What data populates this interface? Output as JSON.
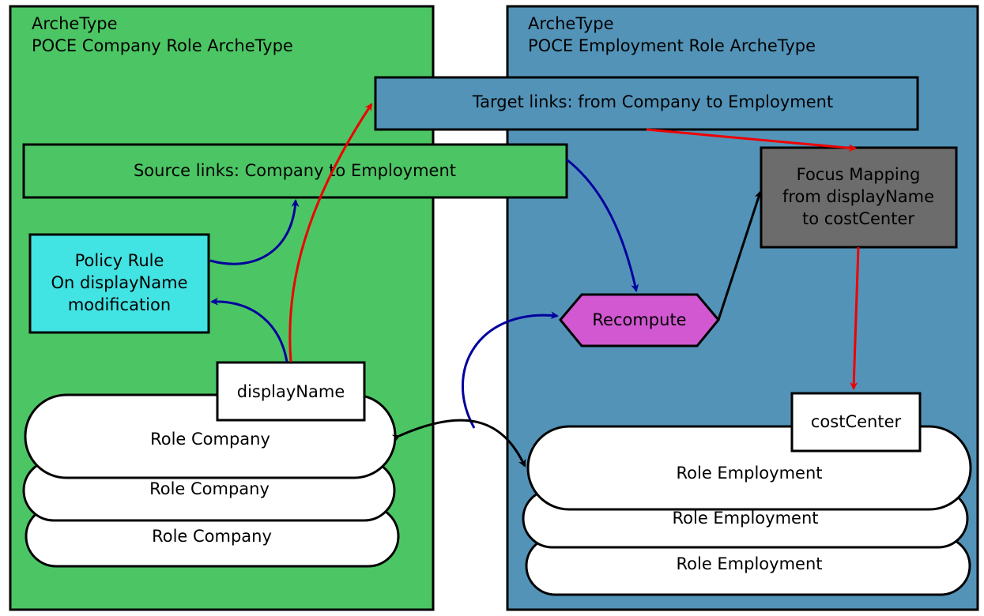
{
  "colors": {
    "company_zone": "#4cc664",
    "employment_zone": "#5393b8",
    "policy_rule": "#42e3e3",
    "recompute": "#d158d1",
    "focus_mapping": "#6c6c6c",
    "outline": "#000000",
    "flow_red": "#ee0000",
    "flow_blue": "#00009d",
    "flow_black": "#000000"
  },
  "company_zone": {
    "title_line1": "ArcheType",
    "title_line2": "POCE Company Role ArcheType"
  },
  "employment_zone": {
    "title_line1": "ArcheType",
    "title_line2": "POCE Employment Role ArcheType"
  },
  "target_links": {
    "label": "Target links: from Company to Employment"
  },
  "source_links": {
    "label": "Source links: Company to Employment"
  },
  "policy_rule": {
    "line1": "Policy Rule",
    "line2": "On displayName",
    "line3": "modification"
  },
  "focus_mapping": {
    "line1": "Focus Mapping",
    "line2": "from displayName",
    "line3": "to costCenter"
  },
  "recompute": {
    "label": "Recompute"
  },
  "display_name": {
    "label": "displayName"
  },
  "cost_center": {
    "label": "costCenter"
  },
  "role_company": [
    "Role Company",
    "Role Company",
    "Role Company"
  ],
  "role_employment": [
    "Role Employment",
    "Role Employment",
    "Role Employment"
  ]
}
